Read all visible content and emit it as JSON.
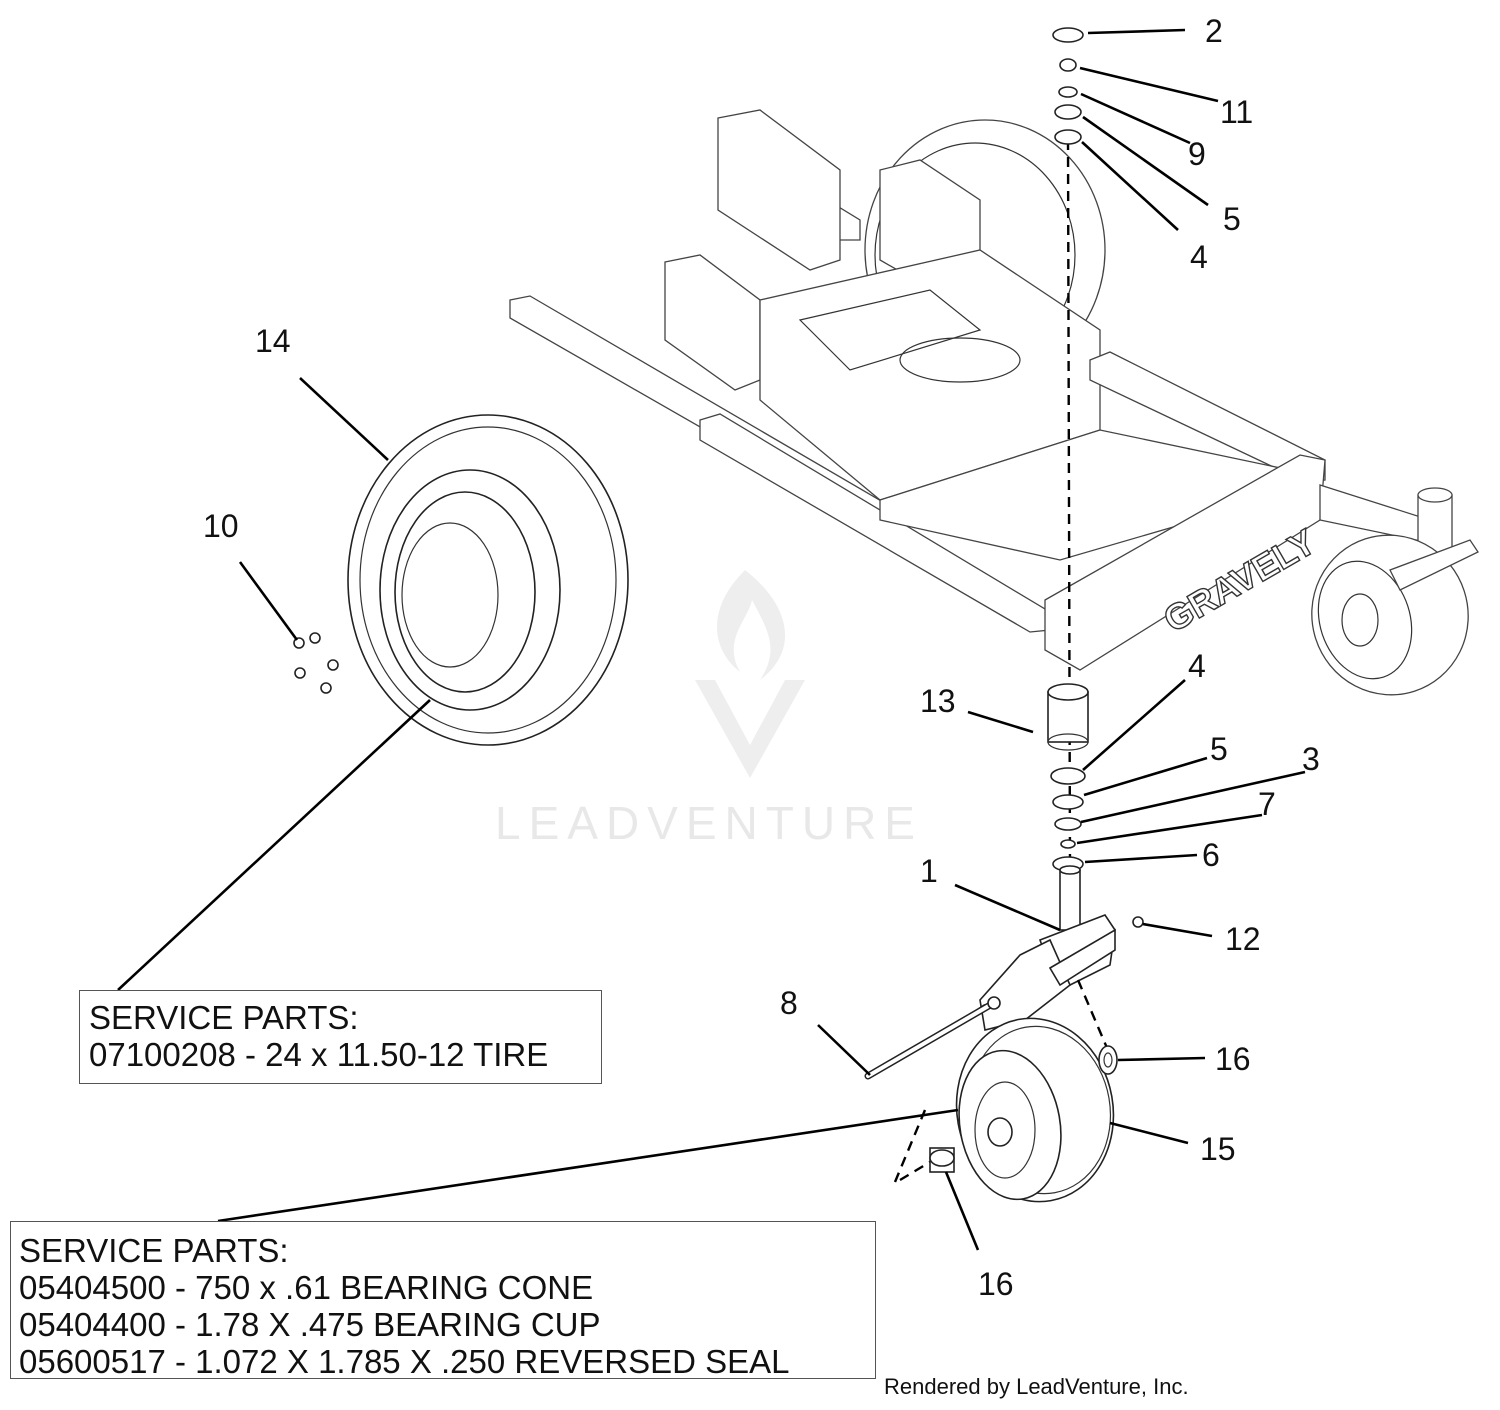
{
  "callouts": {
    "c1": "1",
    "c2": "2",
    "c3": "3",
    "c4a": "4",
    "c4b": "4",
    "c5a": "5",
    "c5b": "5",
    "c6": "6",
    "c7": "7",
    "c8": "8",
    "c9": "9",
    "c10": "10",
    "c11": "11",
    "c12": "12",
    "c13": "13",
    "c14": "14",
    "c15": "15",
    "c16a": "16",
    "c16b": "16"
  },
  "frame_logo": "GRAVELY",
  "service_box_tire": {
    "heading": "SERVICE PARTS:",
    "lines": [
      "07100208 - 24 x 11.50-12 TIRE"
    ]
  },
  "service_box_wheel": {
    "heading": "SERVICE PARTS:",
    "lines": [
      "05404500 - 750 x .61 BEARING CONE",
      "05404400 - 1.78 X .475 BEARING CUP",
      "05600517 - 1.072 X 1.785 X .250 REVERSED SEAL"
    ]
  },
  "watermark": "LEADVENTURE",
  "footer": "Rendered by LeadVenture, Inc."
}
